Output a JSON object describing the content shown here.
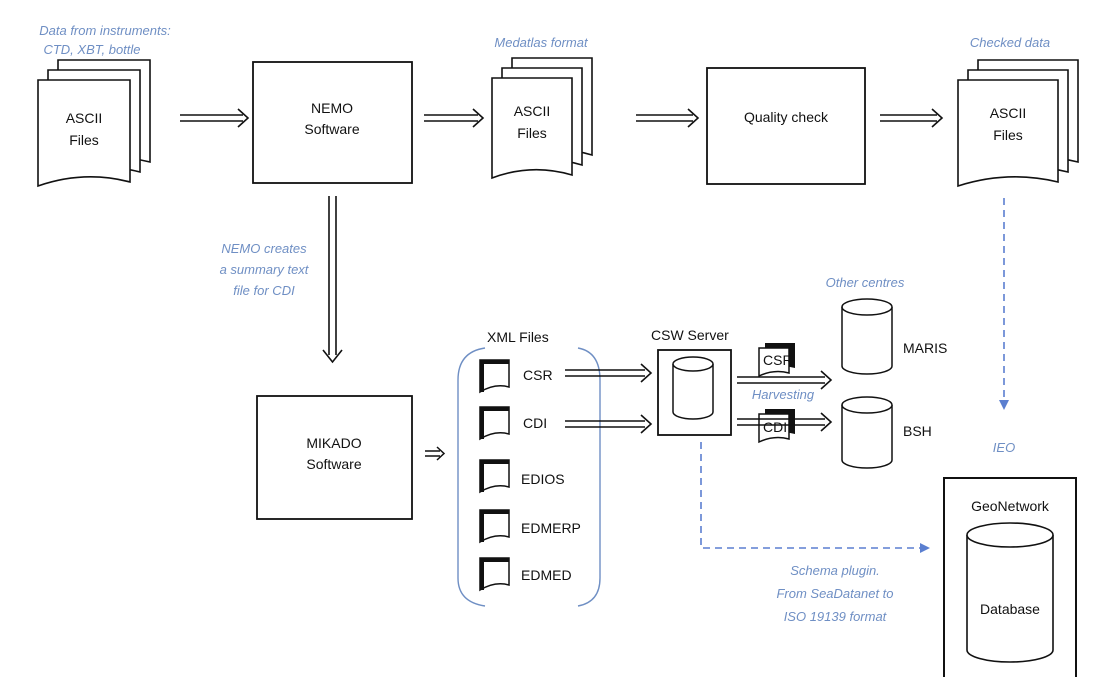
{
  "notes": {
    "instruments": [
      "Data from instruments:",
      "CTD, XBT, bottle"
    ],
    "medatlas": "Medatlas format",
    "checked": "Checked data",
    "nemo_summary": [
      "NEMO creates",
      "a summary text",
      "file for CDI"
    ],
    "other_centres": "Other centres",
    "harvesting": "Harvesting",
    "ieo": "IEO",
    "schema_plugin": [
      "Schema plugin.",
      "From SeaDatanet to",
      "ISO 19139 format"
    ]
  },
  "files": {
    "ascii_1": [
      "ASCII",
      "Files"
    ],
    "ascii_2": [
      "ASCII",
      "Files"
    ],
    "ascii_3": [
      "ASCII",
      "Files"
    ]
  },
  "boxes": {
    "nemo": [
      "NEMO",
      "Software"
    ],
    "quality": "Quality check",
    "mikado": [
      "MIKADO",
      "Software"
    ],
    "geonetwork": "GeoNetwork",
    "geonetwork_db": "Database"
  },
  "xml": {
    "title": "XML Files",
    "items": [
      "CSR",
      "CDI",
      "EDIOS",
      "EDMERP",
      "EDMED"
    ]
  },
  "csw": {
    "title": "CSW Server",
    "csr_doc": "CSR",
    "cdi_doc": "CDI"
  },
  "centres": {
    "maris": "MARIS",
    "bsh": "BSH"
  },
  "colors": {
    "stroke": "#111111",
    "note": "#6f8fc4",
    "dashed": "#5b7fd0"
  }
}
